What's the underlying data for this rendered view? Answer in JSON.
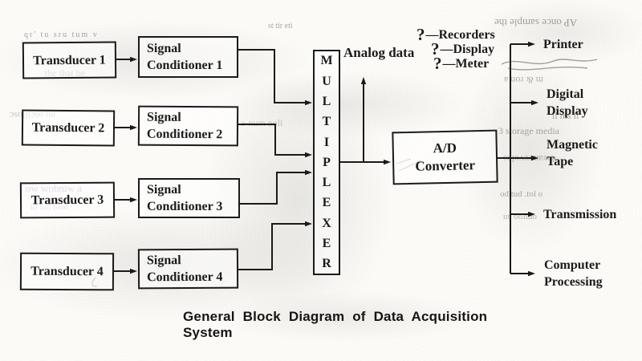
{
  "caption": "General Block Diagram of Data Acquisition System",
  "blocks": {
    "transducers": [
      "Transducer 1",
      "Transducer 2",
      "Transducer 3",
      "Transducer 4"
    ],
    "conditioners": [
      "Signal\nConditioner 1",
      "Signal\nConditioner 2",
      "Signal\nConditioner 3",
      "Signal\nConditioner 4"
    ],
    "multiplexer_letters": "M\nU\nL\nT\nI\nP\nL\nE\nX\nE\nR",
    "adc": "A/D\nConverter"
  },
  "annotations": {
    "analog_data": "Analog data",
    "taps": [
      {
        "mark": "?",
        "label": "—Recorders"
      },
      {
        "mark": "?",
        "label": "—Display"
      },
      {
        "mark": "?",
        "label": "—Meter"
      }
    ]
  },
  "outputs": [
    "Printer",
    "Digital\nDisplay",
    "Magnetic\nTape",
    "Transmission",
    "Computer\nProcessing"
  ],
  "colors": {
    "ink": "#1b1b1b",
    "paper": "#fcfbf8",
    "pencil_gray": "#6b6660",
    "bleed_purple": "#7a4690"
  },
  "scan_noise": {
    "fragments": [
      "AP once sample the",
      "qr' tu  sru  tum  v",
      "the that he",
      "no oscillosc",
      "ow wobniw a",
      "to  tud  load",
      "st tir eti",
      "m & ron a",
      "il ms il",
      "3 storage media",
      "brran revolos",
      "od tud .tol o",
      "omroo an",
      "a-num noli"
    ]
  }
}
